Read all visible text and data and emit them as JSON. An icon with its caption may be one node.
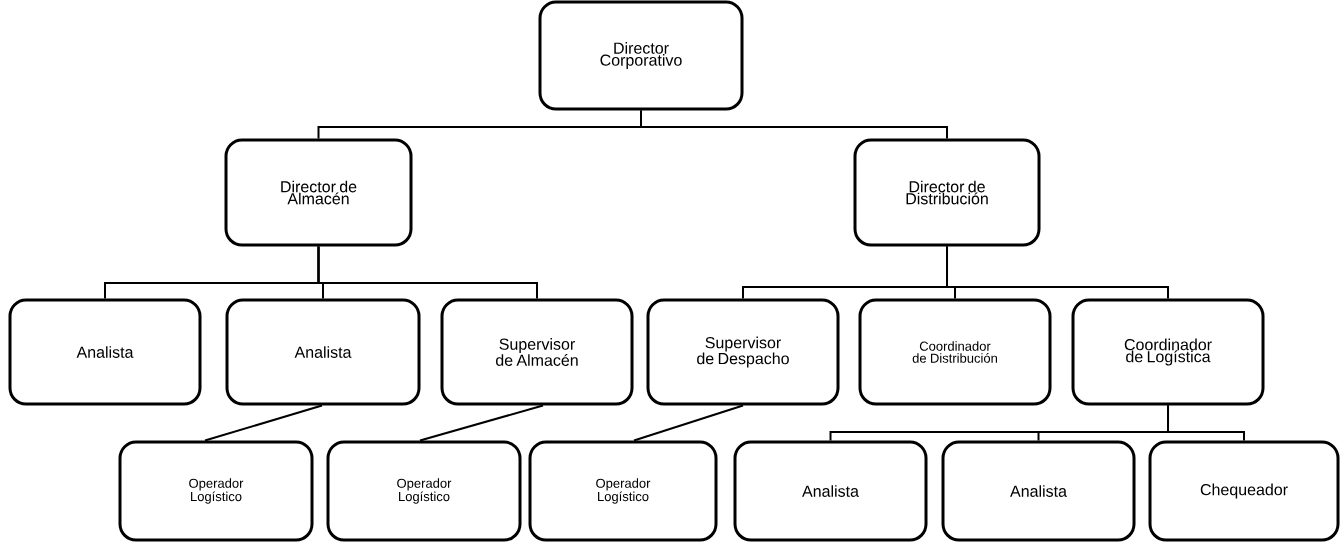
{
  "diagram": {
    "nodes": [
      {
        "text": [
          "Director Corporativo"
        ]
      },
      {
        "text": [
          "Director de Almacén"
        ]
      },
      {
        "text": [
          "Director de Distribución"
        ]
      },
      {
        "text": [
          "Analista"
        ]
      },
      {
        "text": [
          "Analista"
        ]
      },
      {
        "text": [
          "Supervisor de Almacén"
        ]
      },
      {
        "text": [
          "Supervisor de Despacho"
        ]
      },
      {
        "text": [
          "Coordinador de Distribución"
        ]
      },
      {
        "text": [
          "Coordinador de Logística"
        ]
      },
      {
        "text": [
          "Operador Logístico"
        ]
      },
      {
        "text": [
          "Operador Logístico"
        ]
      },
      {
        "text": [
          "Operador Logístico"
        ]
      },
      {
        "text": [
          "Analista"
        ]
      },
      {
        "text": [
          "Analista"
        ]
      },
      {
        "text": [
          "Chequeador"
        ]
      }
    ],
    "edges": [
      {
        "from": 0,
        "to": 1,
        "arrow": "none"
      },
      {
        "from": 0,
        "to": 2,
        "arrow": "none"
      },
      {
        "from": 1,
        "to": 3,
        "arrow": "none"
      },
      {
        "from": 1,
        "to": 4,
        "arrow": "none"
      },
      {
        "from": 1,
        "to": 5,
        "arrow": "none"
      },
      {
        "from": 2,
        "to": 6,
        "arrow": "none"
      },
      {
        "from": 2,
        "to": 7,
        "arrow": "none"
      },
      {
        "from": 2,
        "to": 8,
        "arrow": "none"
      },
      {
        "from": 4,
        "to": 9,
        "arrow": "none"
      },
      {
        "from": 5,
        "to": 10,
        "arrow": "none"
      },
      {
        "from": 6,
        "to": 11,
        "arrow": "none"
      },
      {
        "from": 8,
        "to": 12,
        "arrow": "none"
      },
      {
        "from": 8,
        "to": 13,
        "arrow": "none"
      },
      {
        "from": 8,
        "to": 14,
        "arrow": "none"
      }
    ]
  }
}
